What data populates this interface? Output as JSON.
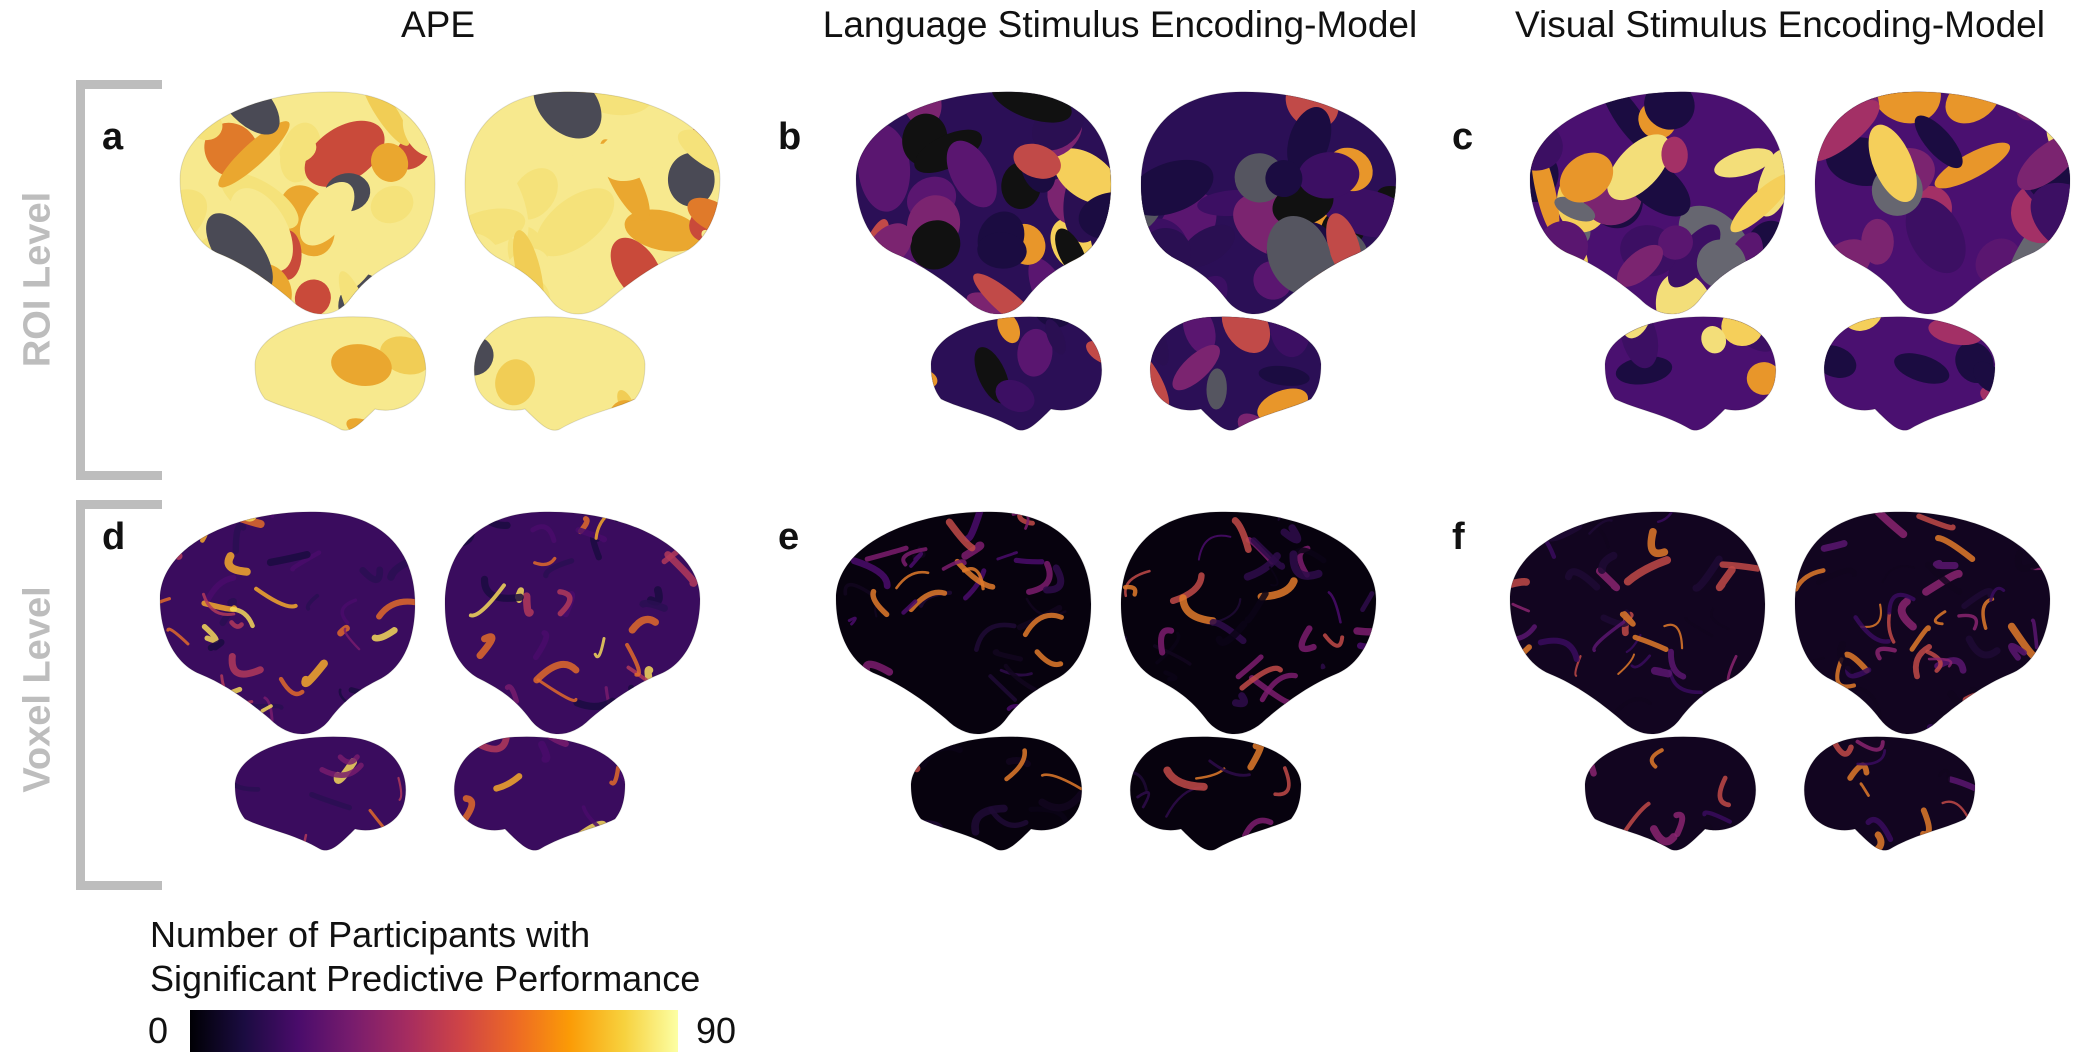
{
  "columns": [
    {
      "title": "APE"
    },
    {
      "title": "Language Stimulus Encoding-Model"
    },
    {
      "title": "Visual Stimulus Encoding-Model"
    }
  ],
  "rows": [
    {
      "label": "ROI Level"
    },
    {
      "label": "Voxel Level"
    }
  ],
  "panels": [
    "a",
    "b",
    "c",
    "d",
    "e",
    "f"
  ],
  "colorbar": {
    "title_line1": "Number of Participants with",
    "title_line2": "Significant Predictive Performance",
    "min": "0",
    "max": "90",
    "colormap": "inferno",
    "stops": [
      "#000004",
      "#1b0c41",
      "#4a0c6b",
      "#781c6d",
      "#a52c60",
      "#cf4446",
      "#ed6925",
      "#fb9b06",
      "#f7d13d",
      "#fcffa4"
    ]
  },
  "colors": {
    "bracket": "#bdbdbd",
    "roi_missing": "#4a4a55"
  }
}
